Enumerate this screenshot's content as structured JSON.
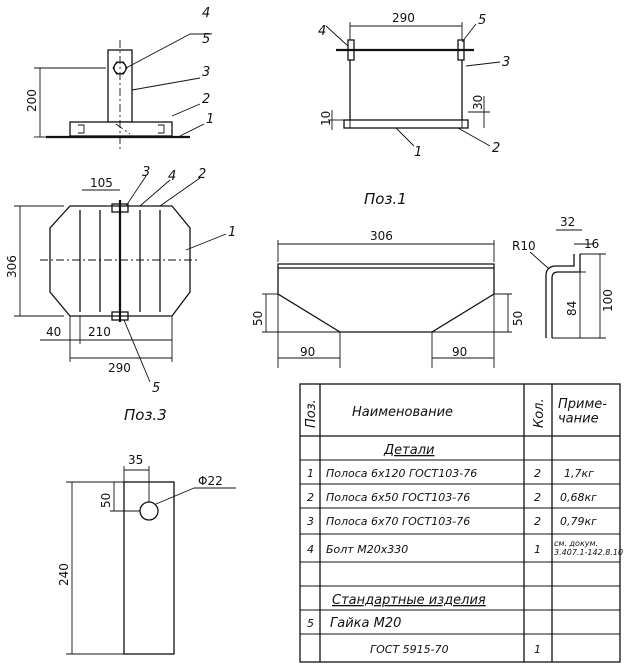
{
  "diagram": {
    "view_side": {
      "dim_height": "200",
      "labels": [
        "4",
        "5",
        "3",
        "2",
        "1"
      ]
    },
    "view_pos1": {
      "dim_width": "290",
      "dim_30": "30",
      "dim_10": "10",
      "labels": [
        "4",
        "5",
        "3",
        "1",
        "2"
      ],
      "caption": "Поз.1"
    },
    "view_plan": {
      "dim_105": "105",
      "dim_306": "306",
      "dim_40": "40",
      "dim_210": "210",
      "dim_290": "290",
      "labels": [
        "3",
        "4",
        "2",
        "1",
        "5"
      ],
      "caption": "Поз.3"
    },
    "view_strip": {
      "dim_306": "306",
      "dim_50_left": "50",
      "dim_50_right": "50",
      "dim_90_left": "90",
      "dim_90_right": "90"
    },
    "view_hook": {
      "dim_32": "32",
      "dim_16": "16",
      "dim_r10": "R10",
      "dim_84": "84",
      "dim_100": "100"
    },
    "view_plate": {
      "dim_35": "35",
      "dim_50": "50",
      "dim_240": "240",
      "dim_phi": "Φ22"
    }
  },
  "table": {
    "headers": {
      "pos": "Поз.",
      "name": "Наименование",
      "qty": "Кол.",
      "note": "Приме-\nчание"
    },
    "section_details": "Детали",
    "rows": [
      {
        "pos": "1",
        "name": "Полоса 6х120  ГОСТ103-76",
        "qty": "2",
        "note": "1,7кг"
      },
      {
        "pos": "2",
        "name": "Полоса 6х50  ГОСТ103-76",
        "qty": "2",
        "note": "0,68кг"
      },
      {
        "pos": "3",
        "name": "Полоса 6х70  ГОСТ103-76",
        "qty": "2",
        "note": "0,79кг"
      },
      {
        "pos": "4",
        "name": "Болт  М20х330",
        "qty": "1",
        "note": "см. докум.\n3.407.1-142.8.10"
      }
    ],
    "section_standard": "Стандартные изделия",
    "std_rows": [
      {
        "pos": "5",
        "name": "Гайка  М20",
        "qty": "",
        "note": ""
      },
      {
        "pos": "",
        "name": "ГОСТ 5915-70",
        "qty": "1",
        "note": ""
      }
    ]
  }
}
